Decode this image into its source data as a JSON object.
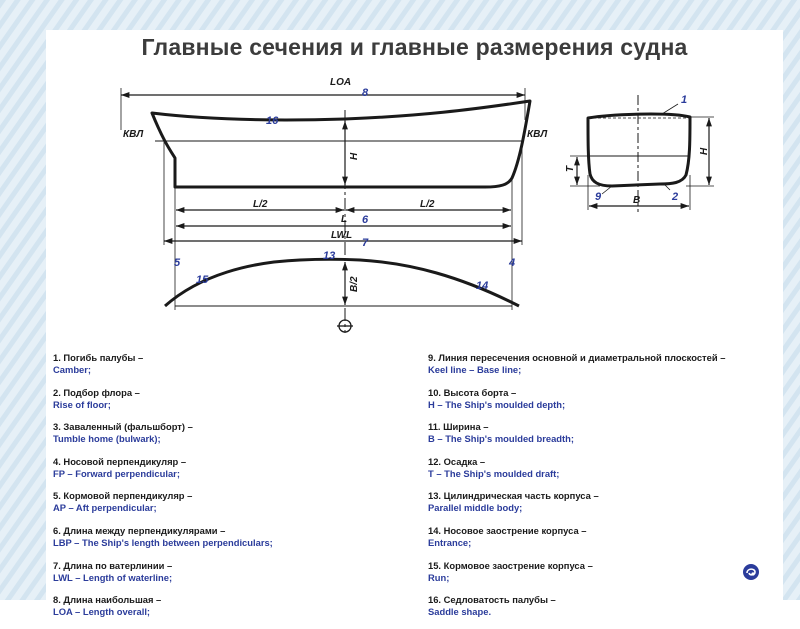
{
  "title": "Главные сечения и главные размерения судна",
  "colors": {
    "accent": "#2b3c9b",
    "text": "#1a1a1a",
    "background_pattern": "#dceaf4"
  },
  "diagram": {
    "labels": {
      "loa": "LOA",
      "kvl_left": "КВЛ",
      "kvl_right": "КВЛ",
      "h_profile": "H",
      "half_l_left": "L/2",
      "half_l_right": "L/2",
      "l": "L",
      "lwl": "LWL",
      "half_b": "B/2",
      "t_section": "T",
      "h_section": "H",
      "b_section": "B"
    },
    "numbers": {
      "n8": "8",
      "n16": "16",
      "n6": "6",
      "n7": "7",
      "n5": "5",
      "n13": "13",
      "n4": "4",
      "n15": "15",
      "n14": "14",
      "n1": "1",
      "n9": "9",
      "n2": "2"
    }
  },
  "legend": {
    "left": [
      {
        "ru": "1. Погибь палубы – ",
        "en": "Camber;"
      },
      {
        "ru": "2. Подбор флора – ",
        "en": "Rise of floor;"
      },
      {
        "ru": "3. Заваленный (фальшборт) – ",
        "en": "Tumble home (bulwark);"
      },
      {
        "ru": "4. Носовой перпендикуляр – ",
        "en": "FP – Forward perpendicular;"
      },
      {
        "ru": "5. Кормовой перпендикуляр – ",
        "en": "AP – Aft perpendicular;"
      },
      {
        "ru": "6. Длина между перпендикулярами –",
        "en": "LBP – The Ship's length between perpendiculars;"
      },
      {
        "ru": "7. Длина по ватерлинии – ",
        "en": "LWL – Length of waterline;"
      },
      {
        "ru": "8. Длина наибольшая – ",
        "en": "LOA – Length overall;"
      }
    ],
    "right": [
      {
        "ru": "9. Линия пересечения основной и диаметральной плоскостей –",
        "en": "Keel line – Base line;"
      },
      {
        "ru": "10. Высота борта – ",
        "en": "H – The Ship's moulded depth;"
      },
      {
        "ru": "11. Ширина – ",
        "en": "B – The Ship's moulded breadth;"
      },
      {
        "ru": "12. Осадка – ",
        "en": "T – The Ship's moulded draft;"
      },
      {
        "ru": "13. Цилиндрическая часть корпуса – ",
        "en": "Parallel middle body;"
      },
      {
        "ru": "14. Носовое заострение корпуса – ",
        "en": "Entrance;"
      },
      {
        "ru": "15. Кормовое заострение корпуса – ",
        "en": "Run;"
      },
      {
        "ru": "16. Седловатость палубы – ",
        "en": "Saddle shape."
      }
    ]
  },
  "icons": {
    "corner": "presentation-logo-icon"
  }
}
